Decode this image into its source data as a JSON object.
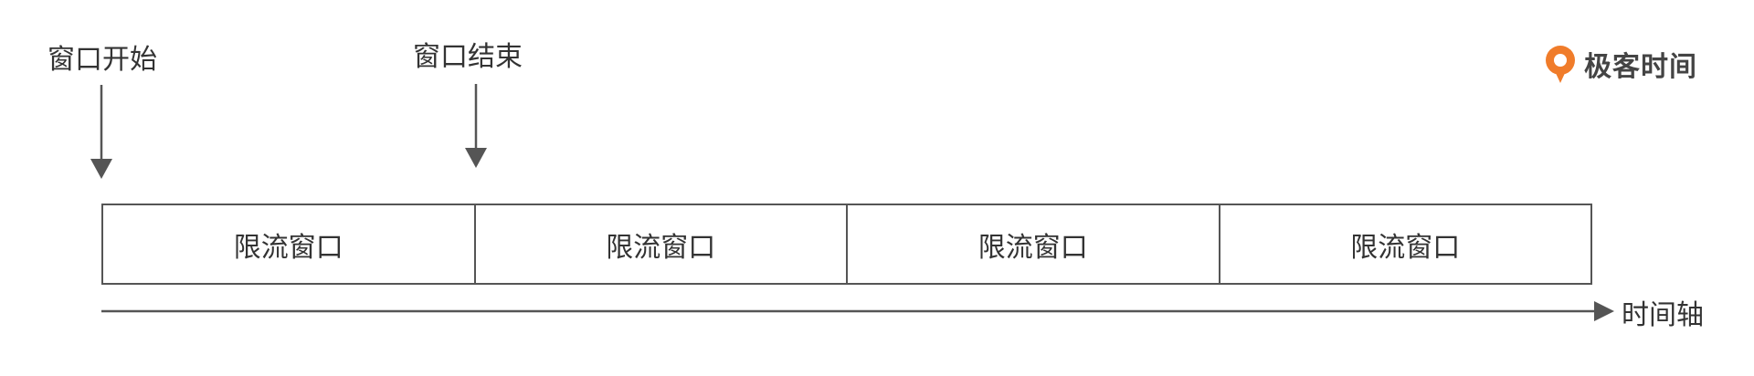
{
  "labels": {
    "window_start": "窗口开始",
    "window_end": "窗口结束",
    "time_axis": "时间轴"
  },
  "windows": [
    "限流窗口",
    "限流窗口",
    "限流窗口",
    "限流窗口"
  ],
  "brand": {
    "name": "极客时间",
    "accent_color": "#f07c2a"
  },
  "colors": {
    "line": "#555555",
    "text": "#333333"
  }
}
